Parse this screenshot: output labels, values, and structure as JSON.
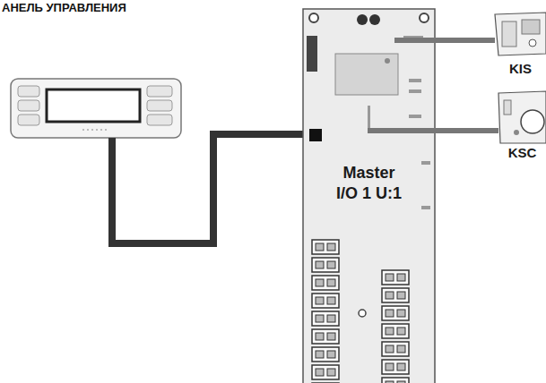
{
  "diagram": {
    "title": "АНЕЛЬ УПРАВЛЕНИЯ",
    "nodes": [
      {
        "text": [
          "Master I/O 1 U:1"
        ]
      },
      {
        "text": [
          "KIS"
        ]
      },
      {
        "text": [
          "KSC"
        ]
      }
    ],
    "edges": [
      {
        "from": 0,
        "to": 1,
        "arrow": "none"
      },
      {
        "from": 0,
        "to": 2,
        "arrow": "none"
      }
    ]
  }
}
